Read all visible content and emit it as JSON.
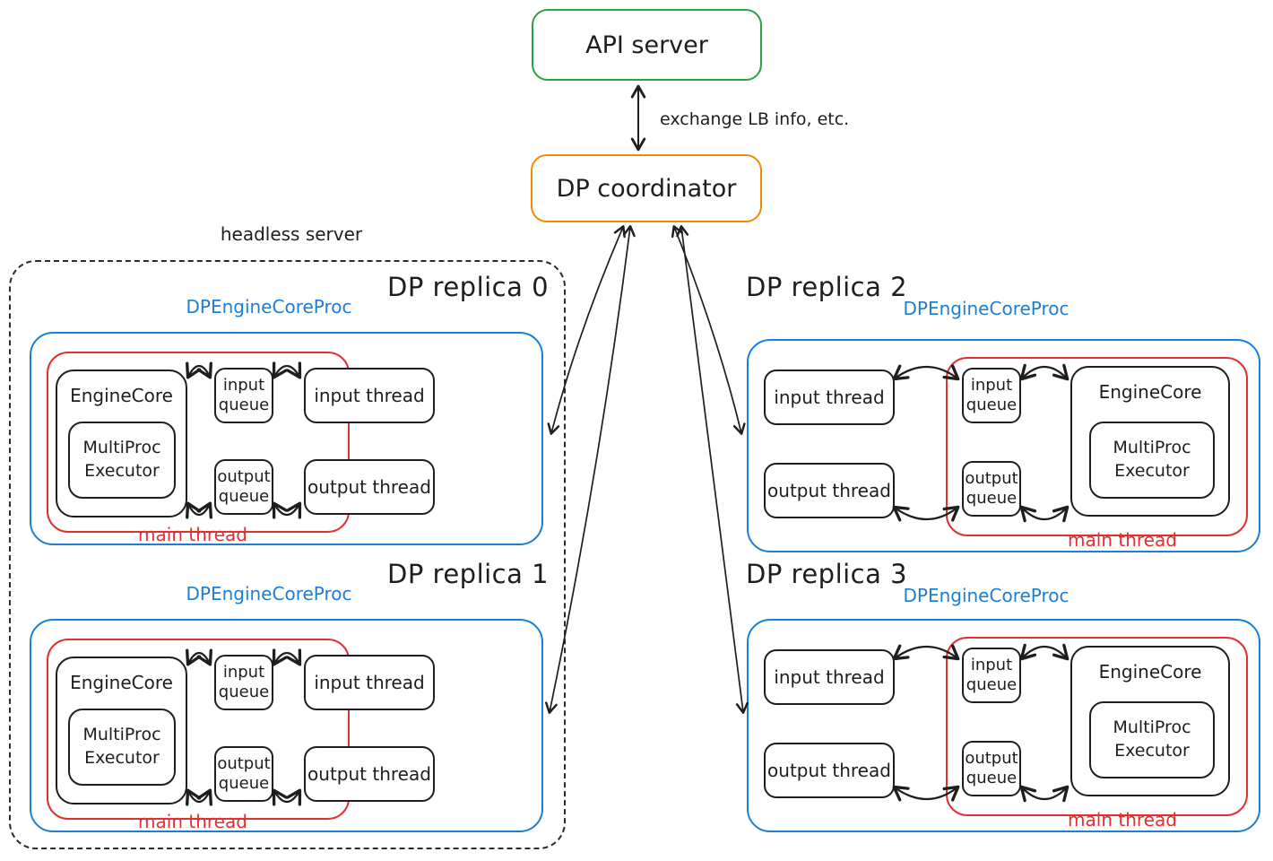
{
  "api_server": {
    "label": "API server"
  },
  "coordinator": {
    "label": "DP coordinator"
  },
  "api_link": {
    "label": "exchange LB info, etc."
  },
  "headless_server": {
    "label": "headless server"
  },
  "replicas": [
    {
      "title": "DP replica 0",
      "proc": "DPEngineCoreProc",
      "engine_core": "EngineCore",
      "executor": "MultiProc Executor",
      "input_queue": "input queue",
      "output_queue": "output queue",
      "input_thread": "input thread",
      "output_thread": "output thread",
      "main_thread": "main thread"
    },
    {
      "title": "DP replica 1",
      "proc": "DPEngineCoreProc",
      "engine_core": "EngineCore",
      "executor": "MultiProc Executor",
      "input_queue": "input queue",
      "output_queue": "output queue",
      "input_thread": "input thread",
      "output_thread": "output thread",
      "main_thread": "main thread"
    },
    {
      "title": "DP replica 2",
      "proc": "DPEngineCoreProc",
      "engine_core": "EngineCore",
      "executor": "MultiProc Executor",
      "input_queue": "input queue",
      "output_queue": "output queue",
      "input_thread": "input thread",
      "output_thread": "output thread",
      "main_thread": "main thread"
    },
    {
      "title": "DP replica 3",
      "proc": "DPEngineCoreProc",
      "engine_core": "EngineCore",
      "executor": "MultiProc Executor",
      "input_queue": "input queue",
      "output_queue": "output queue",
      "input_thread": "input thread",
      "output_thread": "output thread",
      "main_thread": "main thread"
    }
  ],
  "arrows": [
    {
      "from": "API server",
      "to": "DP coordinator",
      "label": "exchange LB info, etc.",
      "bidirectional": true
    },
    {
      "from": "DP coordinator",
      "to": "DP replica 0",
      "bidirectional": true
    },
    {
      "from": "DP coordinator",
      "to": "DP replica 1",
      "bidirectional": true
    },
    {
      "from": "DP coordinator",
      "to": "DP replica 2",
      "bidirectional": true
    },
    {
      "from": "DP coordinator",
      "to": "DP replica 3",
      "bidirectional": true
    }
  ],
  "colors": {
    "green": "#2f9e44",
    "orange": "#f08c00",
    "blue": "#1c7ed6",
    "red": "#e03131",
    "ink": "#1e1e1e"
  }
}
